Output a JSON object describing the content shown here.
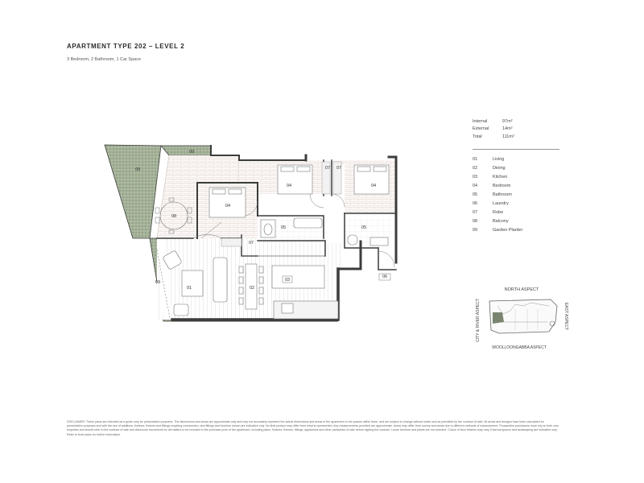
{
  "title": "APARTMENT TYPE 202 – LEVEL 2",
  "subtitle": "3 Bedroom, 2 Bathroom, 1 Car Space",
  "areas": [
    {
      "label": "Internal",
      "value": "97m²"
    },
    {
      "label": "External",
      "value": "14m²"
    },
    {
      "label": "Total",
      "value": "111m²"
    }
  ],
  "legend": [
    {
      "code": "01",
      "label": "Living"
    },
    {
      "code": "02",
      "label": "Dining"
    },
    {
      "code": "03",
      "label": "Kitchen"
    },
    {
      "code": "04",
      "label": "Bedroom"
    },
    {
      "code": "05",
      "label": "Bathroom"
    },
    {
      "code": "06",
      "label": "Laundry"
    },
    {
      "code": "07",
      "label": "Robe"
    },
    {
      "code": "08",
      "label": "Balcony"
    },
    {
      "code": "09",
      "label": "Garden Planter"
    }
  ],
  "room_tags": {
    "planter_top": "09",
    "planter_left": "09",
    "planter_bottom": "09",
    "balcony": "08",
    "bedroom_1": "04",
    "bedroom_2": "04",
    "bedroom_3": "04",
    "robe_1": "07",
    "robe_2": "07",
    "robe_3": "07",
    "bath_1": "05",
    "bath_2": "05",
    "living": "01",
    "dining": "02",
    "kitchen": "03",
    "laundry": "06"
  },
  "aspects": {
    "north": "NORTH ASPECT",
    "east": "EAST ASPECT",
    "west": "CITY & RIVER ASPECT",
    "south": "WOOLLOONGABBA ASPECT"
  },
  "disclaimer": "DISCLAIMER: These plans are intended as a guide only for presentation purposes. The dimensions and areas are approximate only and may not accurately represent the actual dimensions and areas of the apartment or the spaces within them, and are subject to change without notice and as permitted by the contract of sale. All areas and designs have been calculated for presentation purposes and with the use of additions, finishes, fixtures and fittings requiring construction, and fittings and furniture shown are indicative only. No final product may differ from what is represented. Any measurements provided are approximate. Areas may differ from survey and areas due to different methods of measurement. Prospective purchasers must rely on their own enquiries and should refer to the contract of sale and disclosure documents for all matters to be included in the purchase price of the apartment, including plans, finishes, fixtures, fittings, appliances and other particulars of sale before signing the contract. Loose furniture and plants are not included. Colour of floor finishes may vary. External spaces and landscaping are indicative only. Refer to level plans for further information.",
  "colors": {
    "wall": "#3a3d3a",
    "planter": "#9aa88e",
    "floor_line": "#cfcfcf",
    "brick": "#d9c9c2",
    "locator_highlight": "#7a8570"
  }
}
